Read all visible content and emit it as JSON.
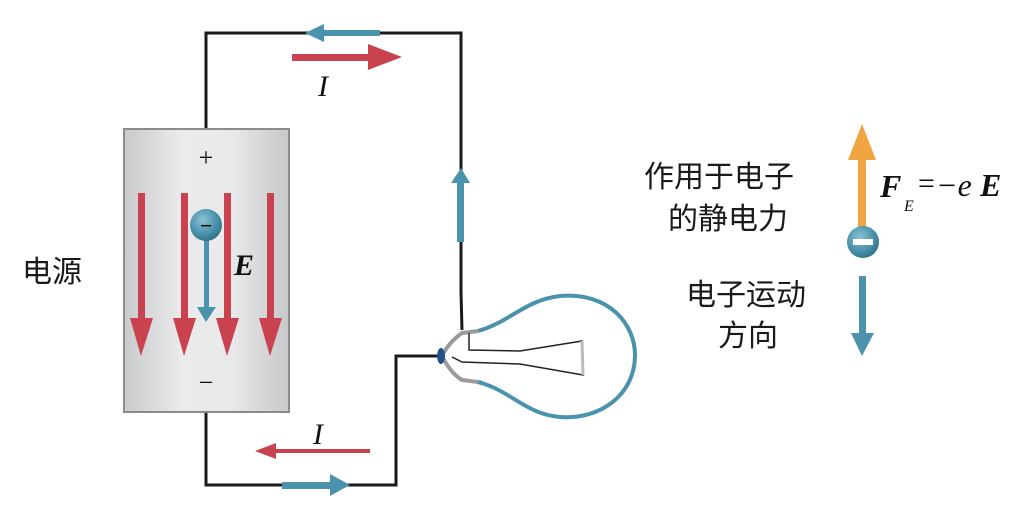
{
  "diagram": {
    "title": "Electrostatic force on electron in a circuit",
    "source_label": "电源",
    "plate_positive": "+",
    "plate_negative": "−",
    "field_symbol": "E",
    "electron_sign": "−",
    "current_symbol_top": "I",
    "current_symbol_bottom": "I",
    "force_label_line1": "作用于电子",
    "force_label_line2": "的静电力",
    "force_equation": {
      "F": "F",
      "sub": "E",
      "rhs_eq": "=",
      "rhs": "−e",
      "rhs_E": "E"
    },
    "motion_label_line1": "电子运动",
    "motion_label_line2": "方向",
    "colors": {
      "current_red": "#c8434f",
      "electron_blue": "#4b93ad",
      "force_orange": "#f0a540",
      "wire": "#1a1a1a",
      "battery_gray": "#d9dadb",
      "bulb_glass": "#4b93ad",
      "bulb_base": "#9a9a9a"
    }
  }
}
